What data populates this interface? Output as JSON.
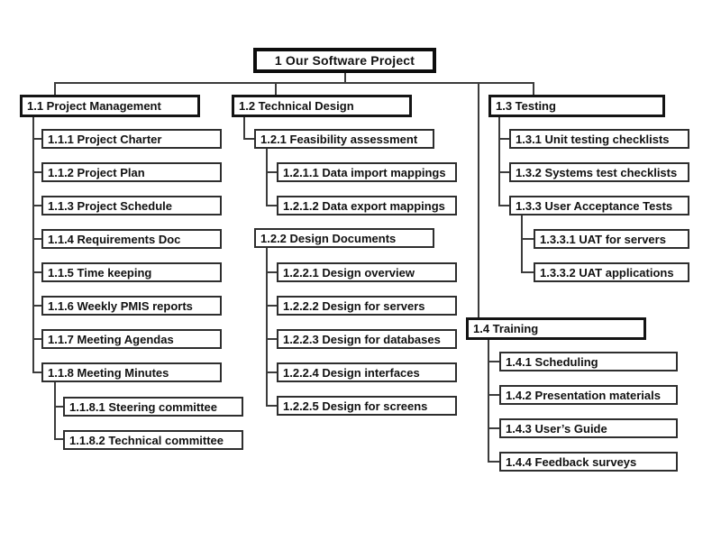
{
  "diagram": {
    "type": "work-breakdown-structure",
    "background_color": "#ffffff",
    "box_fill_color": "#ffffff",
    "box_border_color": "#2e2e2e",
    "emphasis_border_color": "#141414",
    "connector_color": "#3c3c3c",
    "text_color": "#111111"
  },
  "wbs": {
    "root": "1 Our Software Project",
    "nodes": {
      "n1_1": "1.1 Project Management",
      "n1_1_1": "1.1.1 Project Charter",
      "n1_1_2": "1.1.2 Project Plan",
      "n1_1_3": "1.1.3 Project Schedule",
      "n1_1_4": "1.1.4 Requirements Doc",
      "n1_1_5": "1.1.5 Time keeping",
      "n1_1_6": "1.1.6 Weekly PMIS reports",
      "n1_1_7": "1.1.7 Meeting Agendas",
      "n1_1_8": "1.1.8 Meeting Minutes",
      "n1_1_8_1": "1.1.8.1 Steering committee",
      "n1_1_8_2": "1.1.8.2 Technical committee",
      "n1_2": "1.2 Technical Design",
      "n1_2_1": "1.2.1 Feasibility assessment",
      "n1_2_1_1": "1.2.1.1 Data import mappings",
      "n1_2_1_2": "1.2.1.2 Data export mappings",
      "n1_2_2": "1.2.2 Design Documents",
      "n1_2_2_1": "1.2.2.1 Design overview",
      "n1_2_2_2": "1.2.2.2 Design for servers",
      "n1_2_2_3": "1.2.2.3 Design for databases",
      "n1_2_2_4": "1.2.2.4 Design interfaces",
      "n1_2_2_5": "1.2.2.5 Design for screens",
      "n1_3": "1.3 Testing",
      "n1_3_1": "1.3.1 Unit testing checklists",
      "n1_3_2": "1.3.2 Systems test checklists",
      "n1_3_3": "1.3.3 User Acceptance Tests",
      "n1_3_3_1": "1.3.3.1 UAT for servers",
      "n1_3_3_2": "1.3.3.2 UAT applications",
      "n1_4": "1.4 Training",
      "n1_4_1": "1.4.1 Scheduling",
      "n1_4_2": "1.4.2 Presentation materials",
      "n1_4_3": "1.4.3 User’s Guide",
      "n1_4_4": "1.4.4 Feedback surveys"
    }
  }
}
